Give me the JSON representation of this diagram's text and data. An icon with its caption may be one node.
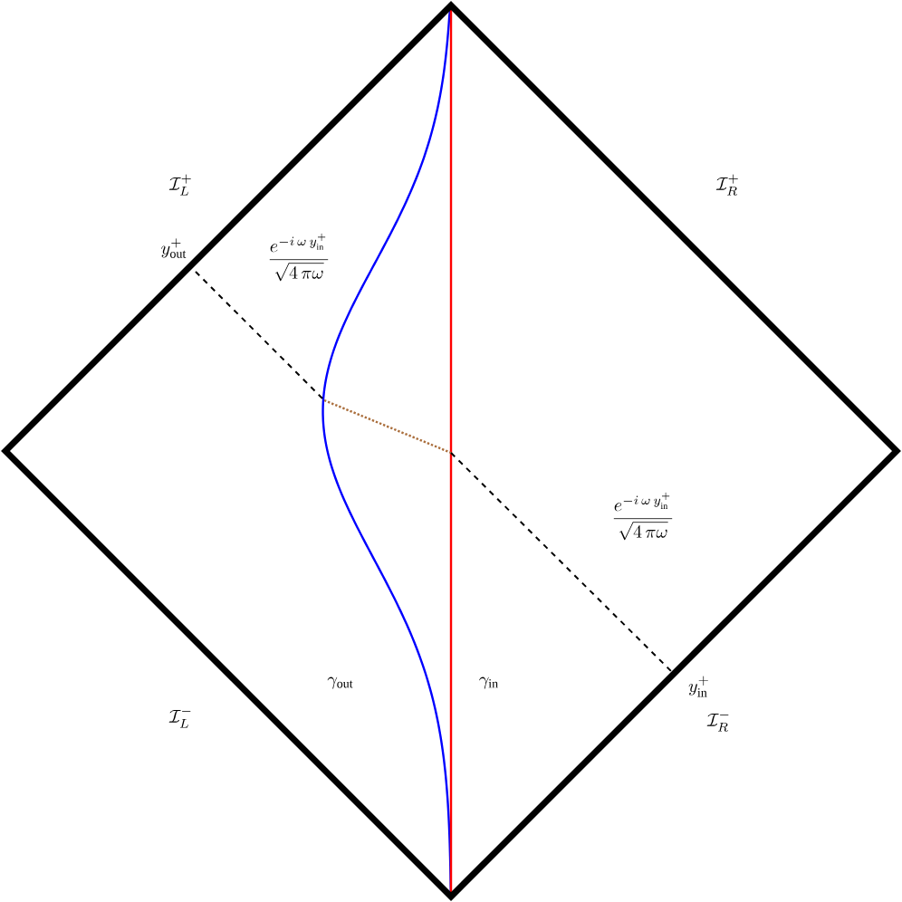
{
  "diagram": {
    "labels": [
      "\\mathcal{I}_L^+",
      "\\mathcal{I}_R^+",
      "y_{\\rm out}^+",
      "\\frac{e^{-i\\,\\omega\\, y_{\\rm in}^+}}{\\sqrt{4\\,\\pi\\omega}}",
      "\\frac{e^{-i\\,\\omega\\, y_{\\rm in}^+}}{\\sqrt{4\\,\\pi\\omega}}",
      "\\gamma_{\\rm out}",
      "\\gamma_{\\rm in}",
      "y_{\\rm in}^+",
      "\\mathcal{I}_L^-",
      "\\mathcal{I}_R^-"
    ]
  }
}
